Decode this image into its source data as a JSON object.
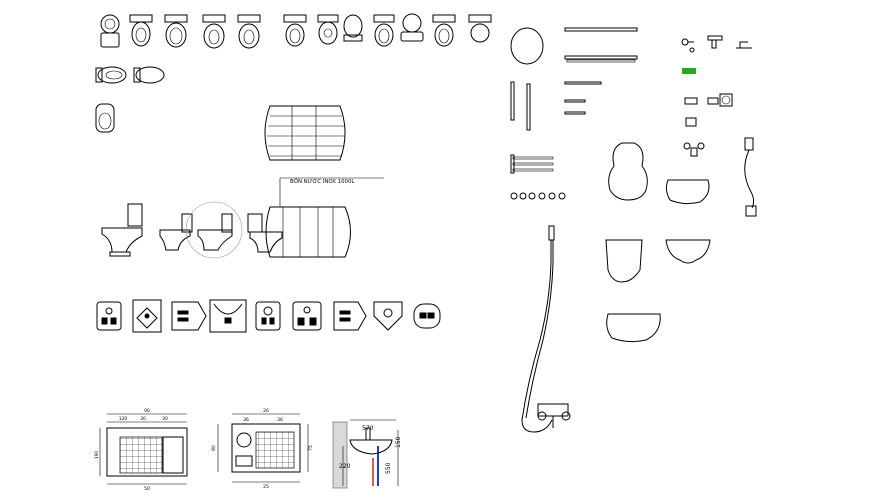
{
  "drawing": {
    "tank_label": "BỒN NƯỚC INOX 1000L",
    "plan_dims": {
      "plan_a_top": "90",
      "plan_a_sub": [
        "120",
        "30",
        "30"
      ],
      "plan_a_left": "190",
      "plan_a_bottom": "50",
      "plan_b_top": "26",
      "plan_b_sub": [
        "36",
        "36"
      ],
      "plan_b_left": "80",
      "plan_b_bottom": "25",
      "plan_b_right": "75"
    },
    "elevation_dims": {
      "d570": "570",
      "d150": "150",
      "d550": "550",
      "d220": "220"
    }
  },
  "colors": {
    "line": "#000000",
    "accent_green": "#22aa22",
    "accent_blue": "#1a3fd1",
    "accent_red": "#c81818"
  }
}
